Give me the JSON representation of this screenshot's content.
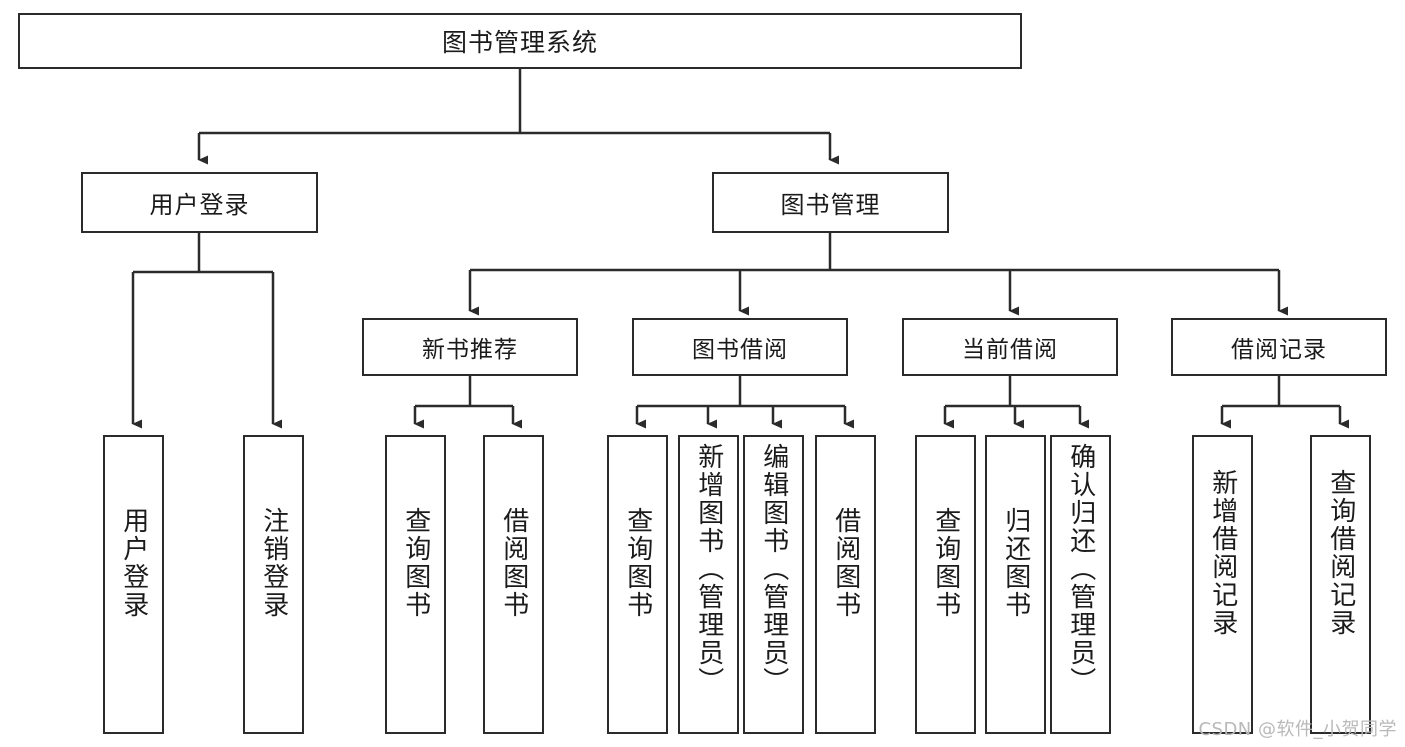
{
  "diagram": {
    "title": "图书管理系统",
    "type": "hierarchy-tree",
    "stroke_color": "#2b2b2b",
    "background_color": "#ffffff",
    "root": {
      "label": "图书管理系统"
    },
    "level1": [
      {
        "label": "用户登录"
      },
      {
        "label": "图书管理"
      }
    ],
    "level2": [
      {
        "label": "新书推荐"
      },
      {
        "label": "图书借阅"
      },
      {
        "label": "当前借阅"
      },
      {
        "label": "借阅记录"
      }
    ],
    "leaves": {
      "user_login": [
        {
          "label": "用户登录"
        },
        {
          "label": "注销登录"
        }
      ],
      "new_book_recommend": [
        {
          "label": "查询图书"
        },
        {
          "label": "借阅图书"
        }
      ],
      "book_borrow": [
        {
          "label": "查询图书"
        },
        {
          "label": "新增图书（管理员）"
        },
        {
          "label": "编辑图书（管理员）"
        },
        {
          "label": "借阅图书"
        }
      ],
      "current_borrow": [
        {
          "label": "查询图书"
        },
        {
          "label": "归还图书"
        },
        {
          "label": "确认归还（管理员）"
        }
      ],
      "borrow_record": [
        {
          "label": "新增借阅记录"
        },
        {
          "label": "查询借阅记录"
        }
      ]
    }
  },
  "watermark": {
    "text": "CSDN @软件_小贺同学",
    "color": "#b9b9b9"
  }
}
